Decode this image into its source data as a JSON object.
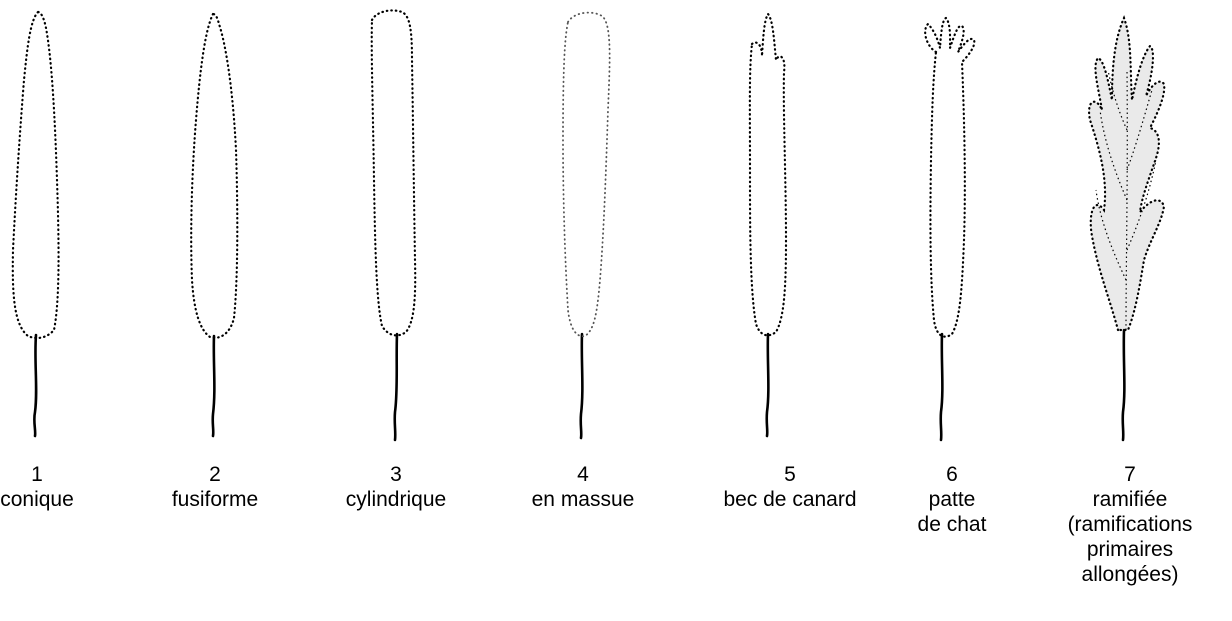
{
  "shapes": [
    {
      "number": "1",
      "lines": [
        "conique"
      ]
    },
    {
      "number": "2",
      "lines": [
        "fusiforme"
      ]
    },
    {
      "number": "3",
      "lines": [
        "cylindrique"
      ]
    },
    {
      "number": "4",
      "lines": [
        "en massue"
      ]
    },
    {
      "number": "5",
      "lines": [
        "bec de canard"
      ]
    },
    {
      "number": "6",
      "lines": [
        "patte",
        "de chat"
      ]
    },
    {
      "number": "7",
      "lines": [
        "ramifiée",
        "(ramifications",
        "primaires",
        "allongées)"
      ]
    }
  ],
  "colors": {
    "ink": "#000000",
    "background": "#ffffff",
    "shading": "#555555"
  }
}
